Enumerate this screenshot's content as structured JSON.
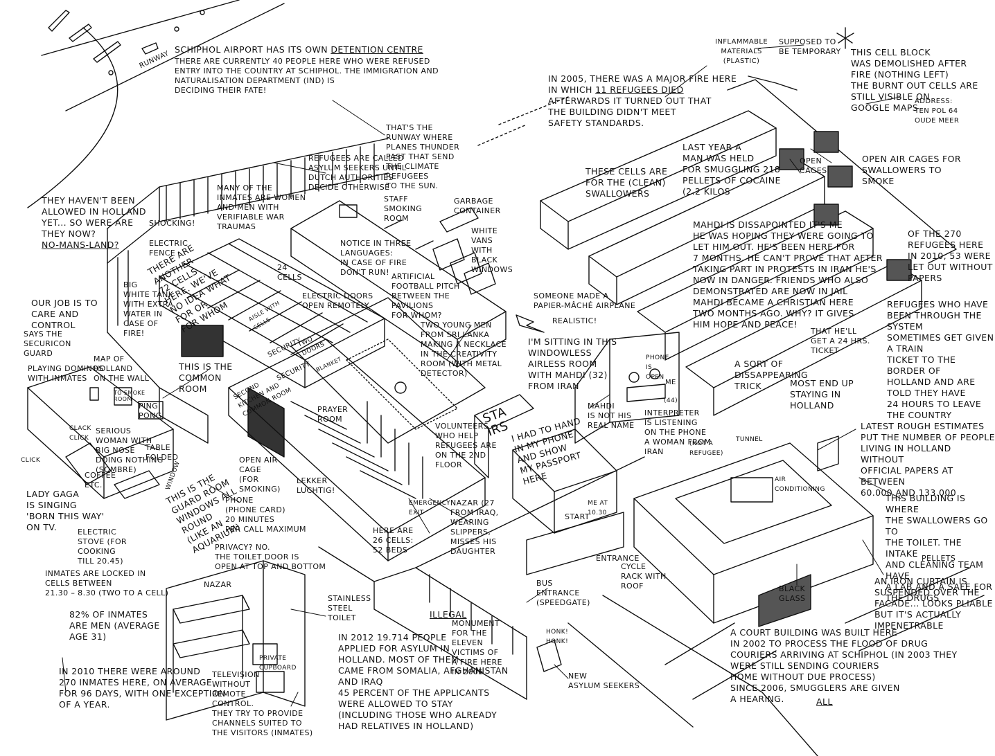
{
  "labels": {
    "runway": "Runway",
    "title_line1": "Schiphol Airport has its own",
    "title_underlined": "Detention Centre",
    "title_rest": "There are currently 40 people here who were refused\nentry into the country at Schiphol. The Immigration and\nNaturalisation Department (IND) is\ndeciding their fate!",
    "thunder": "That's the\nrunway where\nplanes thunder\npast that send\nthe climate\nrefugees\nto the sun.",
    "asylum_seekers": "Refugees are called\nasylum seekers until\nDutch authorities\ndecide otherwise",
    "women_men": "Many of the\ninmates are women\nand men with\nverifiable war\ntraumas",
    "havent_been": "They haven't been\nallowed in Holland\nyet... so were are\nthey now?",
    "no_mans_land": "No-Mans-Land?",
    "shocking": "Shocking!",
    "electric_fence": "Electric\nfence",
    "cells_sign": "There are\nanother\n72 cells\nhere. We've\nno idea what\nfor or\nfor whom",
    "cells_24": "24\ncells",
    "big_white_tank": "Big\nwhite tank\nwith extra\nwater in\ncase of\nfire!",
    "care_control": "Our job is to\ncare and\ncontrol",
    "securicon": "Says the\nSecuricon\nguard",
    "dominos": "Playing dominos\nwith inmates",
    "map_of_holland": "Map of\nHolland\non the wall",
    "to_smoke": "To smoke\nroom",
    "ping_pong": "Ping\npong",
    "serious_woman": "Serious\nwoman with\nbig nose\ndoing nothing\n(sombre)",
    "table_folded": "Table\nfolded",
    "click_clack": "Clack\nclick",
    "click": "Click",
    "coffee": "Coffee\netc.",
    "lady_gaga": "Lady Gaga\nis singing\n'Born this way'\non TV.",
    "window": "Window",
    "guard_room": "This is the\nguard room\nwindows all\nround\n(like an\naquarium)",
    "electric_stove": "Electric\nstove (for\ncooking\ntill 20.45)",
    "common_room": "This is the\ncommon\nroom",
    "kitchen": "Second\nkitchen and\ncommon room",
    "security1": "Security",
    "security2": "Security",
    "two_doors": "Two\ndoors",
    "blanket": "Blanket",
    "aisle": "Aisle with\ncells",
    "electric_doors": "Electric doors\nopen remotely",
    "staff_smoking": "Staff\nsmoking\nroom",
    "notice_fire": "Notice in three\nlanguages:\nin case of fire\ndon't run!",
    "football": "Artificial\nfootball pitch\nbetween the\npavilions\nfor whom?",
    "garbage": "Garbage\ncontainer",
    "white_vans": "White\nvans\nwith\nblack\nwindows",
    "necklace": "Two young men\nfrom Sri Lanka\nmaking a necklace\nin the creativity\nroom (with metal\ndetector)",
    "papier_mache": "Someone made a\npapier-mâché airplane",
    "realistic": "Realistic!",
    "sitting": "I'm sitting in this\nwindowless\nairless room\nwith Mahdi (32)\nfrom Iran",
    "prayer_room": "Prayer\nroom",
    "open_air_cage": "Open air\ncage\n(for\nsmoking)",
    "lekker": "Lekker\nluchtig!",
    "phone_card": "Phone\n(phone card)\n20 minutes\nper call maximum",
    "volunteers": "Volunteers\nwho help\nrefugees are\non the 2nd\nfloor",
    "stairs": "Sta\nirs",
    "hand_in": "I had to hand\nin my phone\nand show\nmy passport\nhere",
    "start": "Start",
    "me_at": "Me at\n10.30",
    "entrance": "Entrance",
    "nazar_iraq": "Nazar (27\nfrom Iraq,\nwearing\nslippers,\nmisses his\ndaughter",
    "emergency_exit": "Emergency\nexit",
    "here_26": "Here are\n26 cells:\n52 beds",
    "privacy": "Privacy? No.\nThe toilet door is\nopen at top and bottom",
    "locked": "Inmates are locked in\ncells between\n21.30 – 8.30 (two to a cell)",
    "nazar": "Nazar",
    "steel_toilet": "Stainless\nsteel\ntoilet",
    "private_cupboard": "Private\ncupboard",
    "pct_82": "82% of inmates\nare men (average\nage 31)",
    "television": "Television\nwithout\nremote\ncontrol.\nThey try to provide\nchannels suited to\nthe visitors (inmates)",
    "in_2010": "In 2010 there were around\n270 inmates here, on average\nfor 96 days, with one exception\nof a year.",
    "illegal": "Illegal",
    "asylum_2012": "In 2012 19.714 people\napplied for asylum in\nHolland. Most of them\ncame from Somalia, Afghanistan\nand Iraq\n45 percent of the applicants\nwere allowed to stay\n(including those who already\nhad relatives in Holland)",
    "monument": "Monument\nfor the\neleven\nvictims of\na fire here\nin 2005",
    "honk": "Honk!\nHonk!",
    "new_seekers": "New\nasylum seekers",
    "bus_entrance": "Bus\nentrance\n(speedgate)",
    "cycle_rack": "Cycle\nrack with\nroof",
    "fire_2005_a": "In 2005, there was a major fire here\nin which",
    "fire_2005_u": "11 refugees died",
    "fire_2005_b": "Afterwards it turned out that\nthe building didn't meet\nsafety standards.",
    "inflammable": "Inflammable\nmaterials\n(plastic)",
    "temporary": "Supposed to\nbe temporary",
    "demolished": "This cell block\nwas demolished after\nfire (nothing left)\nThe burnt out cells are\nstill visible on\nGoogle Maps",
    "address": "Address:\nTen Pol 64\nOude Meer",
    "last_year": "Last year a\nman was held\nfor smuggling 218\npellets of cocaine\n(2.2 kilos",
    "clean_swallowers": "These cells are\nfor the (clean)\nswallowers",
    "open_cages": "Open\ncages",
    "open_air_swallowers": "Open air cages for\nswallowers to\nsmoke",
    "mahdi": "Mahdi is dissapointed it's me\nhe was hoping they were going to\nlet him out. He's been here for\n7 months. He can't prove that after\ntaking part in protests in Iran he's\nnow in danger. Friends who also\ndemonstrated are now in jail\nMahdi became a Christian here\ntwo months ago. Why? It gives\nhim hope and peace!",
    "of_270": "Of the 270\nrefugees here\nin 2010, 53 were\nlet out without\npapers",
    "train_ticket": "Refugees who have\nbeen through the system\nsometimes get given a train\nticket to the border of\nHolland and are told they have\n24 hours to leave\nthe country",
    "get_24": "That he'll\nget a 24 hrs.\nticket",
    "disappearing": "A sort of\ndissappearing\ntrick",
    "most_end_up": "Most end up\nstaying in\nHolland",
    "phone_is_open": "Phone\nis\nopen",
    "me": "Me",
    "age_44": "(44)",
    "mahdi_not_real": "Mahdi\nis not his\nreal name",
    "interpreter": "Interpreter\nis listening\non the phone\na woman from\nIran",
    "not_refugee": "(Not a\nrefugee)",
    "tunnel": "Tunnel",
    "latest_estimates": "Latest rough estimates\nput the number of people\nliving in Holland without\nofficial papers at between\n60.000 and 133.000",
    "air_con": "Air\nconditioning",
    "swallowers_building": "This building is where\nthe swallowers go to\nthe toilet. The intake\nand cleaning team have\na lab and a safe for\nthe drugs",
    "pellets": "Pellets",
    "black_glass": "Black\nglass",
    "iron_curtain": "An iron curtain is\nsuspended over the\nfacade... looks pliable\nbut it's actually\nimpenetrable",
    "court_building": "A court building was built here\nin 2002 to process the flood of drug\ncouriers arriving at Schiphol (in 2003 they\nwere still sending couriers\nhome without due process)\nsince 2006, smugglers are given\na hearing.",
    "all": "All"
  }
}
